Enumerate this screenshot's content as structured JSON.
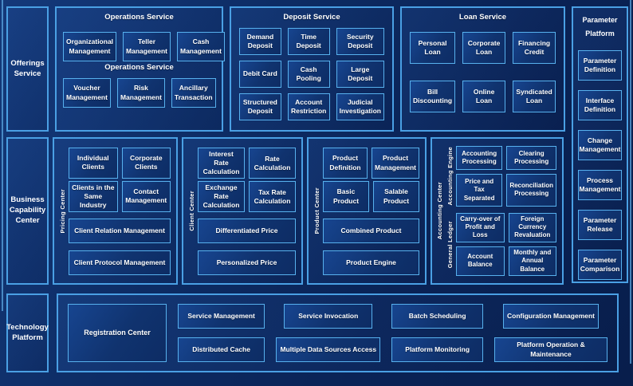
{
  "colors": {
    "background": "#0a2356",
    "panel_border": "#4aa0e4",
    "box_border": "#57b1ee",
    "box_fill": "#10336f",
    "text": "#ffffff"
  },
  "side_labels": {
    "offerings": "Offerings Service",
    "business_capability": "Business Capability Center",
    "technology": "Technology Platform"
  },
  "operations_service": {
    "title": "Operations Service",
    "mid_label": "Operations Service",
    "row1": [
      "Organizational Management",
      "Teller Management",
      "Cash Management"
    ],
    "row2": [
      "Voucher Management",
      "Risk Management",
      "Ancillary Transaction"
    ]
  },
  "deposit_service": {
    "title": "Deposit Service",
    "items": [
      "Demand Deposit",
      "Time Deposit",
      "Security Deposit",
      "Debit Card",
      "Cash Pooling",
      "Large Deposit",
      "Structured Deposit",
      "Account Restriction",
      "Judicial Investigation"
    ]
  },
  "loan_service": {
    "title": "Loan Service",
    "items": [
      "Personal Loan",
      "Corporate Loan",
      "Financing Credit",
      "Bill Discounting",
      "Online Loan",
      "Syndicated Loan"
    ]
  },
  "parameter_platform": {
    "title": "Parameter Platform",
    "items": [
      "Parameter Definition",
      "Interface Definition",
      "Change Management",
      "Process Management",
      "Parameter Release",
      "Parameter Comparison"
    ]
  },
  "pricing_center": {
    "label": "Pricing Center",
    "small_boxes": [
      "Individual Clients",
      "Corporate Clients",
      "Clients in the Same Industry",
      "Contact Management"
    ],
    "wide_boxes": [
      "Client Relation Management",
      "Client Protocol Management"
    ]
  },
  "client_center": {
    "label": "Client Center",
    "small_boxes": [
      "Interest Rate Calculation",
      "Rate Calculation",
      "Exchange Rate Calculation",
      "Tax Rate Calculation"
    ],
    "wide_boxes": [
      "Differentiated Price",
      "Personalized Price"
    ]
  },
  "product_center": {
    "label": "Product Center",
    "small_boxes": [
      "Product Definition",
      "Product Management",
      "Basic Product",
      "Salable Product"
    ],
    "wide_boxes": [
      "Combined Product",
      "Product Engine"
    ]
  },
  "accounting_center": {
    "label": "Accounting Center",
    "engine": {
      "label": "Accounting Engine",
      "items": [
        "Accounting Processing",
        "Clearing Processing",
        "Price and Tax Separated",
        "Reconciliation Processing"
      ]
    },
    "ledger": {
      "label": "General Ledger",
      "items": [
        "Carry-over of Profit and Loss",
        "Foreign Currency Revaluation",
        "Account Balance",
        "Monthly and Annual Balance"
      ]
    }
  },
  "technology_platform": {
    "registration": "Registration Center",
    "columns": [
      [
        "Service Management",
        "Distributed Cache"
      ],
      [
        "Service Invocation",
        "Multiple Data Sources Access"
      ],
      [
        "Batch Scheduling",
        "Platform Monitoring"
      ],
      [
        "Configuration Management",
        "Platform Operation & Maintenance"
      ]
    ]
  }
}
